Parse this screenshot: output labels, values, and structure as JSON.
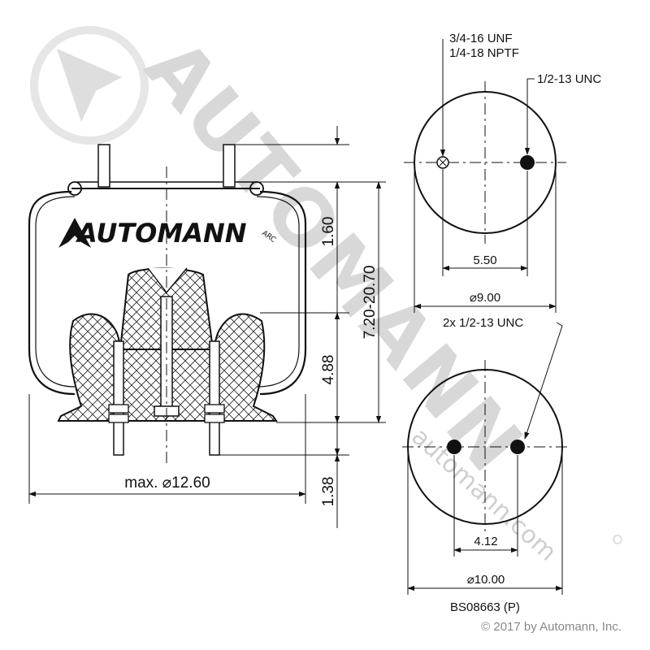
{
  "brand": {
    "logo_text": "AUTOMANN",
    "logo_suffix": "ARC",
    "watermark_text": "AUTOMANN",
    "watermark_url": "automann.com"
  },
  "side_view": {
    "max_diameter_label": "max. ⌀12.60",
    "dims": {
      "top_stud": "1.60",
      "height_range": "7.20-20.70",
      "piston": "4.88",
      "bottom_stud": "1.38"
    }
  },
  "top_view": {
    "port_labels": [
      "3/4-16 UNF",
      "1/4-18 NPTF"
    ],
    "stud_label": "1/2-13 UNC",
    "stud_spacing": "5.50",
    "diameter": "⌀9.00"
  },
  "bottom_view": {
    "stud_label": "2x 1/2-13 UNC",
    "stud_spacing": "4.12",
    "diameter": "⌀10.00"
  },
  "part_number": "BS08663 (P)",
  "copyright": "© 2017 by Automann, Inc."
}
